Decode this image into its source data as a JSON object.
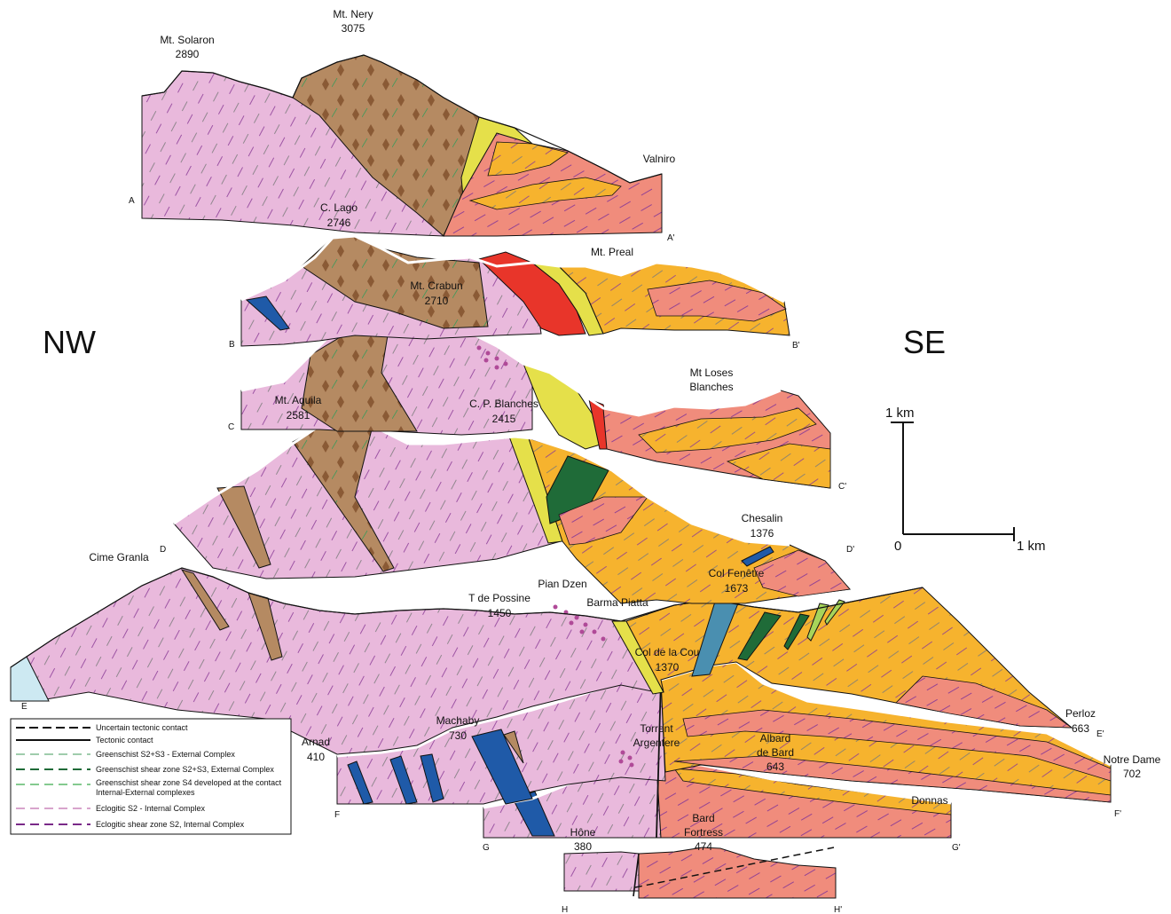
{
  "orientation": {
    "left": "NW",
    "right": "SE"
  },
  "colors": {
    "internal_pink": "#e9b9dc",
    "external_brown": "#b58a62",
    "diamond_brown": "#8a5a35",
    "orange": "#f6b32e",
    "salmon": "#f08c7c",
    "yellow": "#e5e04a",
    "red": "#e8352a",
    "dark_green": "#1f6b38",
    "light_green": "#a7d45a",
    "blue": "#1f5aa8",
    "teal": "#4a8fb0",
    "light_blue": "#cde9f2",
    "green_line": "#3f9a5a",
    "purple_line": "#8a3a96",
    "grey_line": "#7a7a7a"
  },
  "sections": [
    {
      "id": "A",
      "start": "A",
      "end": "A'",
      "peaks": [
        {
          "name": "Mt. Solaron",
          "elev": "2890"
        },
        {
          "name": "Mt. Nery",
          "elev": "3075"
        },
        {
          "name": "Valniro",
          "elev": ""
        }
      ]
    },
    {
      "id": "B",
      "start": "B",
      "end": "B'",
      "peaks": [
        {
          "name": "C. Lago",
          "elev": "2746"
        },
        {
          "name": "Mt. Crabun",
          "elev": "2710"
        },
        {
          "name": "Mt. Preal",
          "elev": ""
        }
      ]
    },
    {
      "id": "C",
      "start": "C",
      "end": "C'",
      "peaks": [
        {
          "name": "Mt. Aquila",
          "elev": "2581"
        },
        {
          "name": "C. P. Blanches",
          "elev": "2415"
        },
        {
          "name": "Mt Loses",
          "elev": "Blanches"
        }
      ]
    },
    {
      "id": "D",
      "start": "D",
      "end": "D'",
      "peaks": [
        {
          "name": "Chesalin",
          "elev": "1376"
        }
      ]
    },
    {
      "id": "E",
      "start": "E",
      "end": "E'",
      "peaks": [
        {
          "name": "Cime Granla",
          "elev": ""
        },
        {
          "name": "Pian Dzen",
          "elev": ""
        },
        {
          "name": "T de Possine",
          "elev": "1450"
        },
        {
          "name": "Barma Piatta",
          "elev": ""
        },
        {
          "name": "Col Fenêtre",
          "elev": "1673"
        },
        {
          "name": "Col de la Cou",
          "elev": "1370"
        },
        {
          "name": "Perloz",
          "elev": "663"
        }
      ]
    },
    {
      "id": "F",
      "start": "F",
      "end": "F'",
      "peaks": [
        {
          "name": "Arnad",
          "elev": "410"
        },
        {
          "name": "Machaby",
          "elev": "730"
        },
        {
          "name": "Torrent",
          "elev": "Argentere"
        },
        {
          "name": "Albard",
          "elev": "de Bard"
        },
        {
          "name": "643",
          "elev": ""
        },
        {
          "name": "Notre Dame",
          "elev": "702"
        }
      ]
    },
    {
      "id": "G",
      "start": "G",
      "end": "G'",
      "peaks": [
        {
          "name": "Donnas",
          "elev": ""
        }
      ]
    },
    {
      "id": "H",
      "start": "H",
      "end": "H'",
      "peaks": [
        {
          "name": "Hône",
          "elev": "380"
        },
        {
          "name": "Bard",
          "elev": "Fortress"
        },
        {
          "name": "474",
          "elev": ""
        }
      ]
    }
  ],
  "scale": {
    "vertical": "1 km",
    "horizontal": "1 km",
    "origin": "0"
  },
  "legend": [
    {
      "label": "Uncertain tectonic contact",
      "style": "dash-black"
    },
    {
      "label": "Tectonic contact",
      "style": "solid-black"
    },
    {
      "label": "Greenschist S2+S3 - External Complex",
      "style": "dash-green-thin"
    },
    {
      "label": "Greenschist shear zone S2+S3, External Complex",
      "style": "dash-green-thick"
    },
    {
      "label": "Greenschist shear zone S4 developed at the contact",
      "label2": "Internal-External complexes",
      "style": "dash-green-light"
    },
    {
      "label": "Eclogitic S2 - Internal Complex",
      "style": "dash-purple-thin"
    },
    {
      "label": "Eclogitic shear zone S2, Internal Complex",
      "style": "dash-purple-thick"
    }
  ]
}
